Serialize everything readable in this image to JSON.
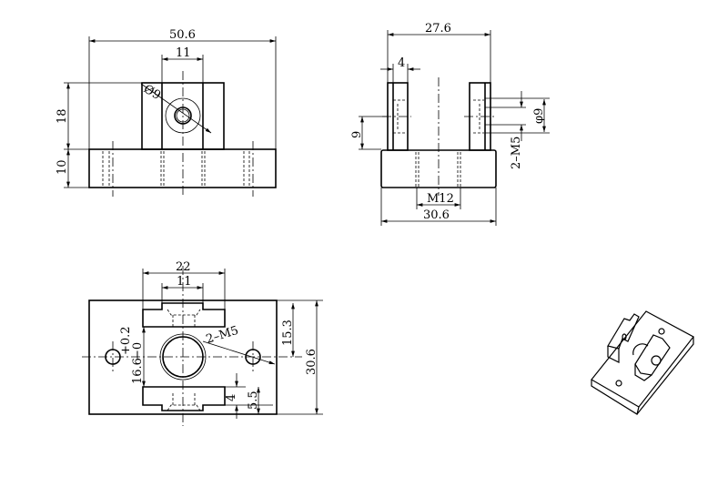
{
  "front_view": {
    "width": "50.6",
    "boss_width": "11",
    "boss_height": "18",
    "base_height": "10",
    "hole_dia": "Ø9"
  },
  "side_view": {
    "overall": "27.6",
    "ear_thickness": "4",
    "hole_height": "9",
    "counterbore": "φ9",
    "thread": "2–M5",
    "center_thread": "M12",
    "base_width": "30.6"
  },
  "top_view": {
    "slot_outer": "22",
    "slot_inner": "11",
    "half_height": "15.3",
    "height": "30.6",
    "slot_gap": "16.6",
    "tol_upper": "+0.2",
    "tol_lower": "−0",
    "thread": "2–M5",
    "slot_depth": "4",
    "slot_offset": "5.5"
  }
}
